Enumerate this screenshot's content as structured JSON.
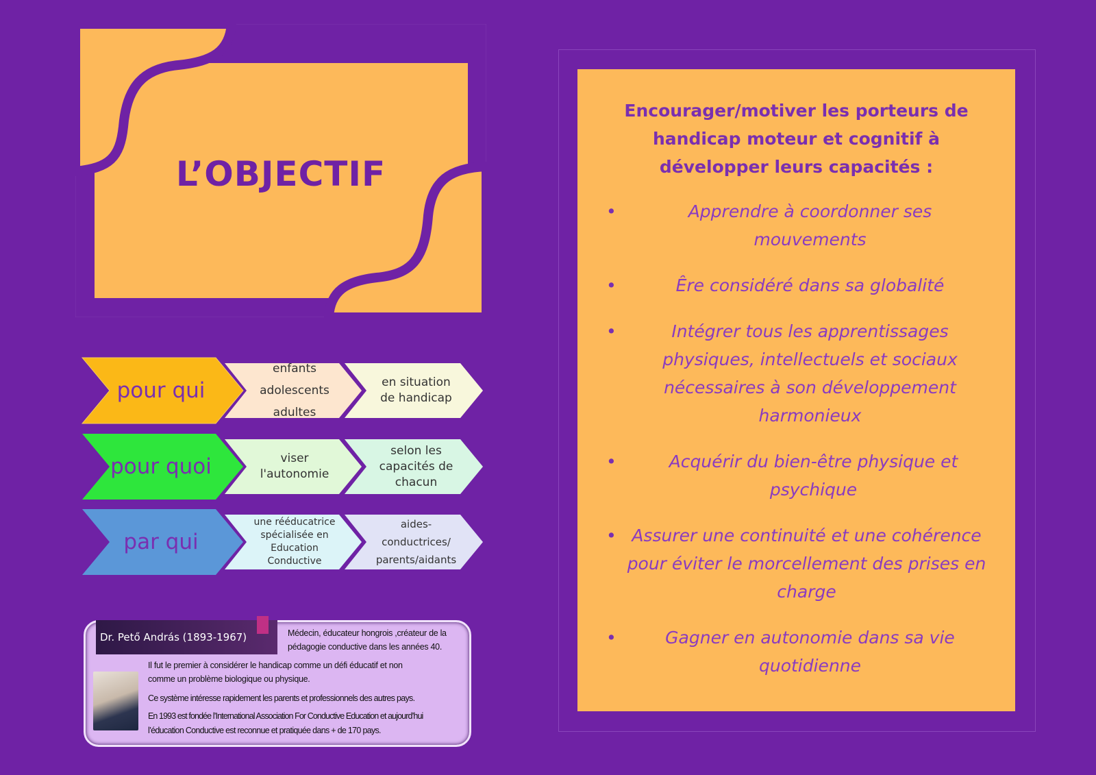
{
  "title": "L’OBJECTIF",
  "colors": {
    "background": "#6f22a5",
    "panel": "#fdb95a",
    "text": "#7a2fb0"
  },
  "chevrons": [
    {
      "head": "pour qui",
      "mid": [
        "enfants",
        "adolescents",
        "adultes"
      ],
      "end": [
        "en situation",
        "de handicap"
      ],
      "color": "#fbb817"
    },
    {
      "head": "pour quoi",
      "mid": [
        "viser",
        "l'autonomie"
      ],
      "end": [
        "selon les",
        "capacités de",
        "chacun"
      ],
      "color": "#2ee63c"
    },
    {
      "head": "par qui",
      "mid": [
        "une rééducatrice",
        "spécialisée en",
        "Education",
        "Conductive"
      ],
      "end": [
        "aides-",
        "conductrices/",
        "parents/aidants"
      ],
      "color": "#5b97d8"
    }
  ],
  "bio": {
    "name": "Dr. Pető András (1893-1967)",
    "lines": [
      "Médecin, éducateur hongrois ,créateur de la",
      "pédagogie conductive dans les années 40.",
      "Il fut le premier à considérer le handicap comme un défi éducatif et non",
      "comme un problème biologique ou physique.",
      "Ce système intéresse rapidement les parents et professionnels des autres pays.",
      "En 1993 est fondée l’International Association For Conductive Education et aujourd’hui",
      "l’éducation Conductive  est reconnue et pratiquée dans + de 170 pays."
    ]
  },
  "objectives": {
    "intro": "Encourager/motiver les porteurs de handicap moteur et cognitif à développer leurs capacités :",
    "items": [
      "Apprendre à coordonner ses mouvements",
      "Êre considéré dans sa globalité",
      "Intégrer tous les apprentissages physiques, intellectuels et sociaux nécessaires à son développement harmonieux",
      "Acquérir du bien-être physique et psychique",
      "Assurer une continuité et une cohérence pour éviter le morcellement des prises en charge",
      "Gagner en autonomie dans sa vie quotidienne"
    ]
  }
}
